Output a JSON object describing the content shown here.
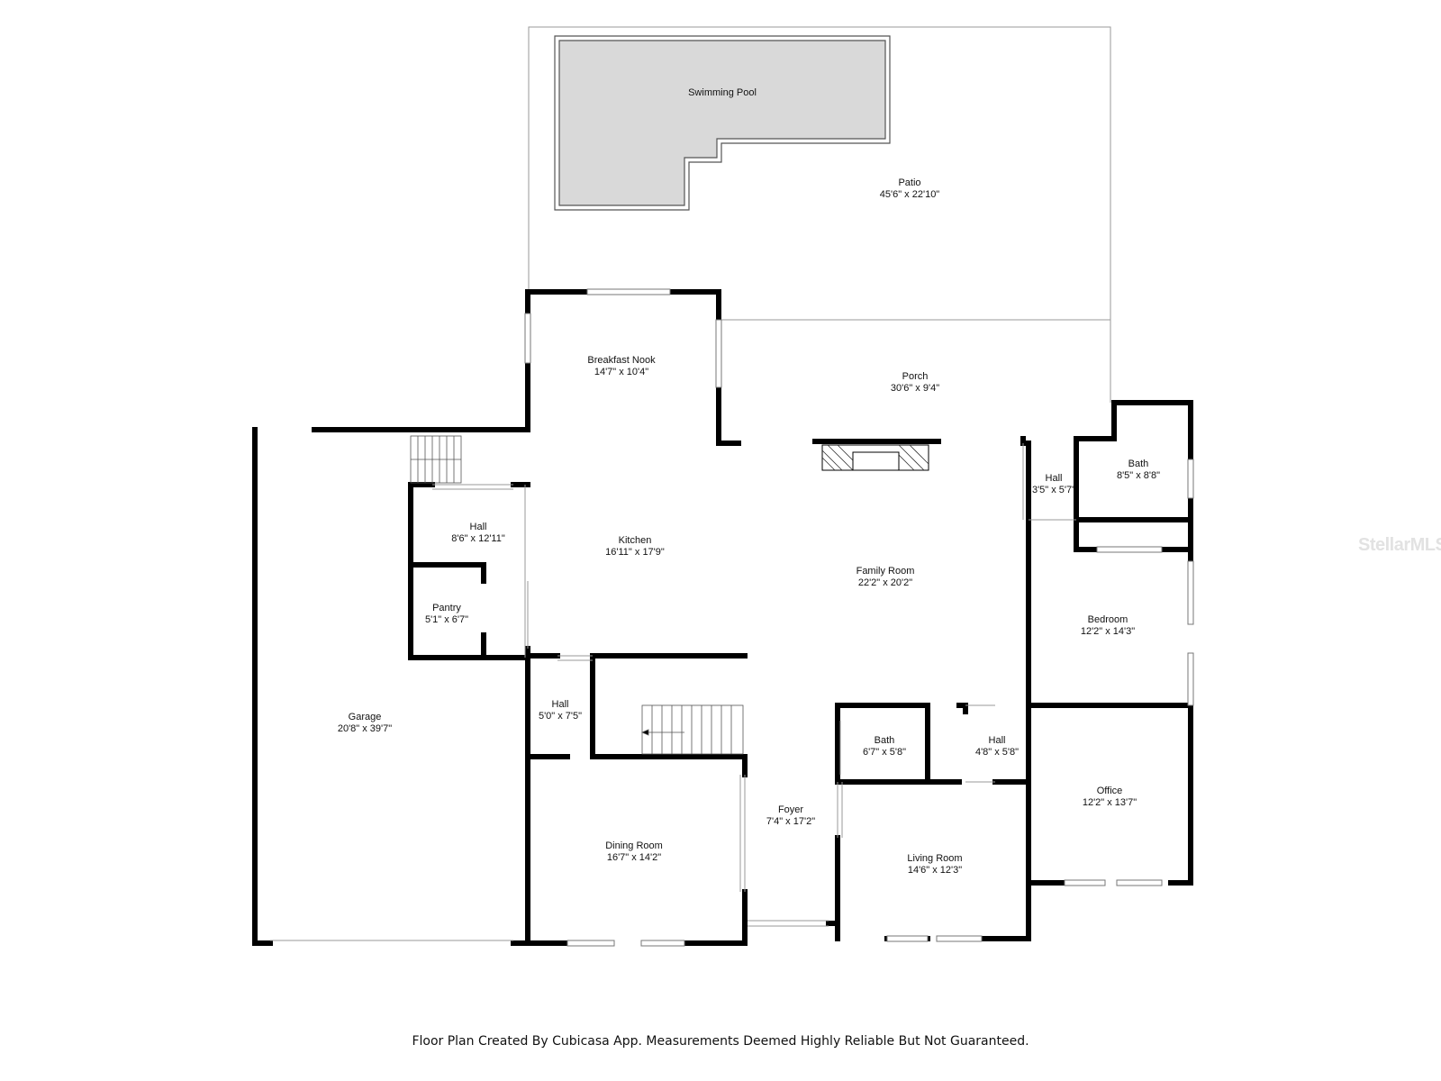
{
  "rooms": {
    "pool": {
      "name": "Swimming Pool",
      "dims": ""
    },
    "patio": {
      "name": "Patio",
      "dims": "45'6\" x 22'10\""
    },
    "porch": {
      "name": "Porch",
      "dims": "30'6\" x 9'4\""
    },
    "breakfast_nook": {
      "name": "Breakfast Nook",
      "dims": "14'7\" x 10'4\""
    },
    "kitchen": {
      "name": "Kitchen",
      "dims": "16'11\" x 17'9\""
    },
    "family_room": {
      "name": "Family Room",
      "dims": "22'2\" x 20'2\""
    },
    "hall_upper_left": {
      "name": "Hall",
      "dims": "8'6\" x 12'11\""
    },
    "pantry": {
      "name": "Pantry",
      "dims": "5'1\" x 6'7\""
    },
    "garage": {
      "name": "Garage",
      "dims": "20'8\" x 39'7\""
    },
    "hall_center": {
      "name": "Hall",
      "dims": "5'0\" x 7'5\""
    },
    "dining_room": {
      "name": "Dining Room",
      "dims": "16'7\" x 14'2\""
    },
    "foyer": {
      "name": "Foyer",
      "dims": "7'4\" x 17'2\""
    },
    "bath_center": {
      "name": "Bath",
      "dims": "6'7\" x 5'8\""
    },
    "hall_center_right": {
      "name": "Hall",
      "dims": "4'8\" x 5'8\""
    },
    "living_room": {
      "name": "Living Room",
      "dims": "14'6\" x 12'3\""
    },
    "office": {
      "name": "Office",
      "dims": "12'2\" x 13'7\""
    },
    "bedroom": {
      "name": "Bedroom",
      "dims": "12'2\" x 14'3\""
    },
    "hall_right": {
      "name": "Hall",
      "dims": "3'5\" x 5'7\""
    },
    "bath_right": {
      "name": "Bath",
      "dims": "8'5\" x 8'8\""
    }
  },
  "caption": "Floor Plan Created By Cubicasa App. Measurements Deemed Highly Reliable But Not Guaranteed.",
  "watermark": "StellarMLS",
  "colors": {
    "wall": "#000000",
    "pool_fill": "#d9d9d9",
    "thin_line": "#9a9a9a",
    "window": "#b0b0b0"
  }
}
